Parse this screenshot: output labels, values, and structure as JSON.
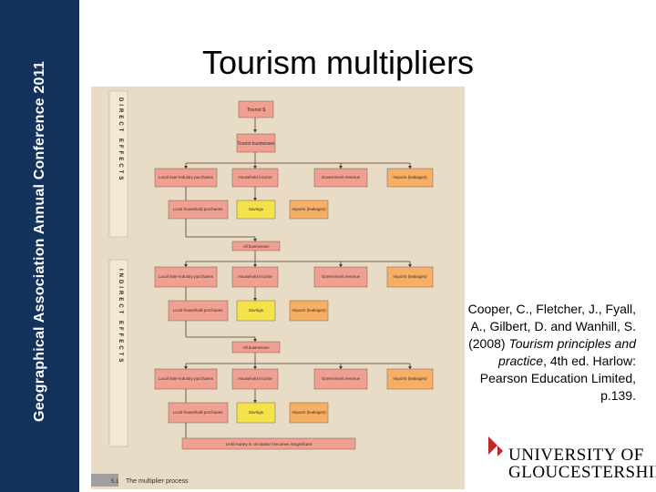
{
  "sidebar": {
    "text": "Geographical Association Annual Conference 2011"
  },
  "title": "Tourism multipliers",
  "figure": {
    "caption_number": "5.1",
    "caption": "The multiplier process",
    "direct_label": "DIRECT EFFECTS",
    "indirect_label": "INDIRECT EFFECTS",
    "top_boxes": [
      "Tourist $",
      "Tourist businesses"
    ],
    "row_boxes": [
      "Local inter-industry purchases",
      "Household income",
      "Government revenue",
      "Imports (leakages)"
    ],
    "sub_boxes": [
      "Local household purchases",
      "Savings",
      "Imports (leakages)"
    ],
    "all_businesses": "All businesses",
    "bottom_box": "Until money in circulation becomes insignificant"
  },
  "citation": {
    "authors": "Cooper, C., Fletcher, J., Fyall, A., Gilbert, D. and Wanhill, S. (2008)",
    "book_title": "Tourism principles and practice",
    "details": ", 4th ed. Harlow: Pearson Education Limited, p.139."
  },
  "logo": {
    "line1": "UNIVERSITY OF",
    "line2": "GLOUCESTERSHIRE"
  },
  "colors": {
    "sidebar": "#14335c",
    "box_pink": "#f0a090",
    "box_yellow": "#f4e24a",
    "box_orange": "#f6b066",
    "figure_bg": "#e9dcc7"
  }
}
